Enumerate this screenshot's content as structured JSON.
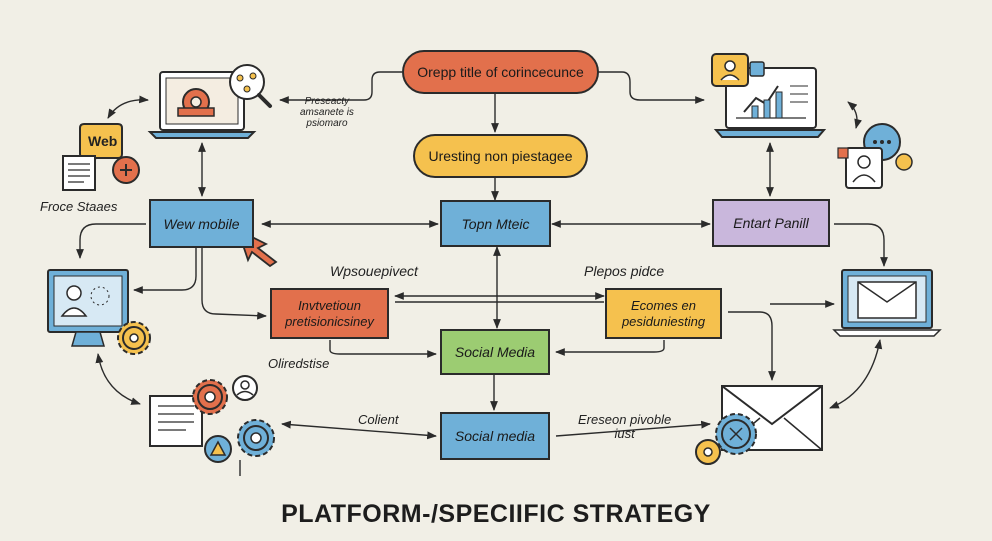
{
  "title": "PLATFORM-/SPECIIFIC STRATEGY",
  "colors": {
    "orange": "#e2704c",
    "yellow": "#f5c14e",
    "blue": "#6fb0d8",
    "purple": "#c9b7dc",
    "green": "#9ccc72",
    "lineDark": "#2b2b2b",
    "background": "#f1efe6"
  },
  "nodes": {
    "top_pill": "Orepp title of  corincecunce",
    "second_pill": "Uresting non piestagee",
    "wew_mobile": "Wew mobile",
    "topn_mteic": "Topn Mteic",
    "entart_panill": "Entart Panill",
    "invitation": "Invtvetioun\npretisionicsiney",
    "ecomes": "Ecomes en\npesiduniesting",
    "social_media_green": "Social Media",
    "social_media_blue": "Social media"
  },
  "labels": {
    "small_note": "Preseacty\namsanete is\npsiomaro",
    "web_bubble": "Web",
    "froce_stages": "Froce Staaes",
    "wpsoue": "Wpsouepivect",
    "plepos": "Plepos pidce",
    "oliredstise": "Oliredstise",
    "colient": "Colient",
    "ereseon": "Ereseon pivoble\niust"
  },
  "icons": [
    "laptop-gear-icon",
    "magnifier-icon",
    "web-bubble-icon",
    "document-icon",
    "chat-avatar-icon",
    "laptop-chart-icon",
    "chat-dots-icon",
    "profile-card-icon",
    "monitor-user-icon",
    "gear-icon",
    "document-list-icon",
    "gears-icon",
    "triangle-icon",
    "user-circle-icon",
    "mail-monitor-icon",
    "envelope-icon",
    "envelope-gear-icon",
    "cursor-arrow-icon"
  ]
}
